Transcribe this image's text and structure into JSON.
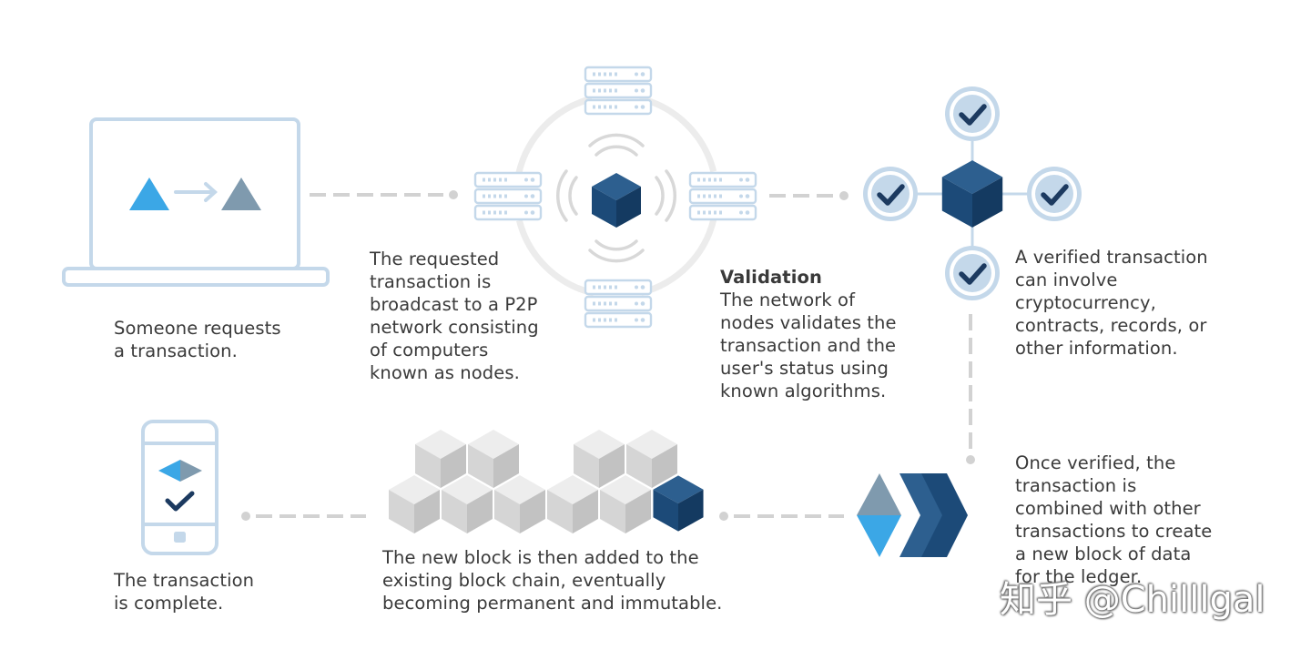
{
  "palette": {
    "light_blue_icon": "#c4d8ea",
    "sky_blue": "#3ba7e6",
    "slate": "#7f9aae",
    "navy": "#1c4a78",
    "connector": "#d2d2d2",
    "cube_grey": "#d0d0d0",
    "text": "#3a3a3a"
  },
  "steps": {
    "request": {
      "lines": [
        "Someone requests",
        "a transaction."
      ]
    },
    "broadcast": {
      "lines": [
        "The requested",
        "transaction is",
        "broadcast to a P2P",
        "network consisting",
        "of computers",
        "known as nodes."
      ]
    },
    "validation": {
      "heading": "Validation",
      "lines": [
        "The network of",
        "nodes validates the",
        "transaction and the",
        "user's status using",
        "known algorithms."
      ]
    },
    "verified": {
      "lines": [
        "A verified transaction",
        "can involve",
        "cryptocurrency,",
        "contracts, records, or",
        "other information."
      ]
    },
    "combined": {
      "lines": [
        "Once verified, the",
        "transaction is",
        "combined with other",
        "transactions to create",
        "a new block of data",
        "for the ledger."
      ]
    },
    "added": {
      "lines": [
        "The new block is then added to the",
        "existing block chain, eventually",
        "becoming permanent and immutable."
      ]
    },
    "complete": {
      "lines": [
        "The transaction",
        "is complete."
      ]
    }
  },
  "icons": {
    "laptop": "laptop-icon",
    "server": "server-rack-icon",
    "node": "blockchain-node-cube-icon",
    "check": "check-circle-icon",
    "chevron": "forward-chevron-icon",
    "chain": "block-chain-cubes-icon",
    "phone": "smartphone-icon"
  },
  "watermark": "知乎 @Chilllgal"
}
